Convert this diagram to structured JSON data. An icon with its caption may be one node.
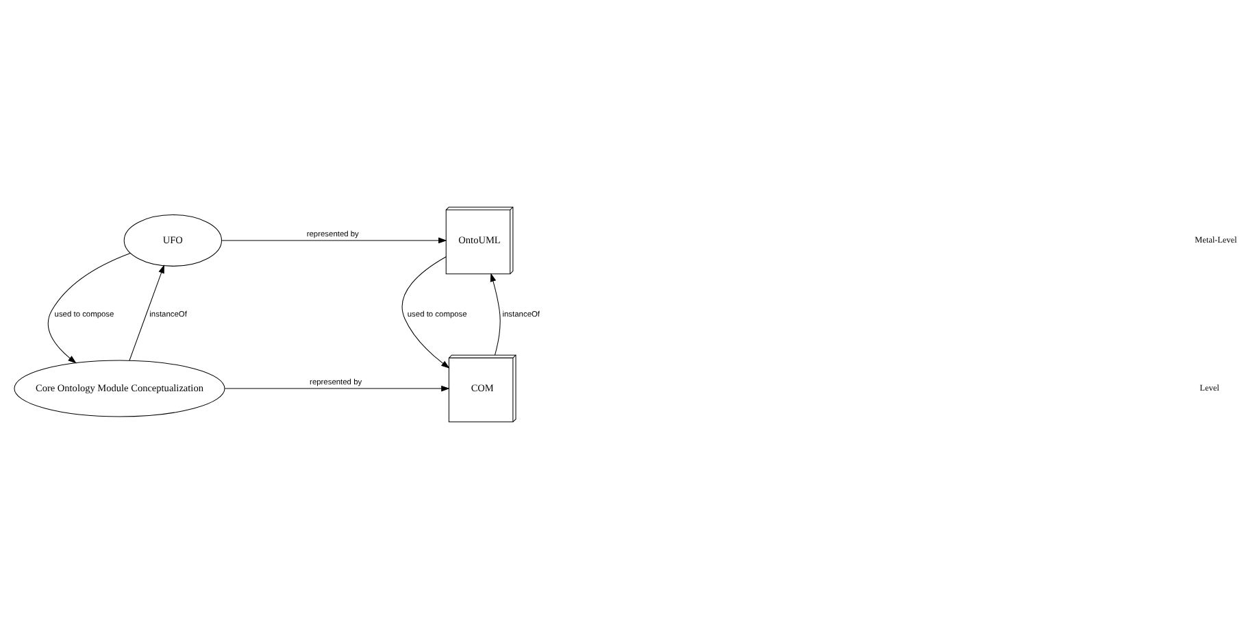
{
  "diagram": {
    "nodes": [
      {
        "text": [
          "UFO"
        ]
      },
      {
        "text": [
          "OntoUML"
        ]
      },
      {
        "text": [
          "Core Ontology Module Conceptualization"
        ]
      },
      {
        "text": [
          "COM"
        ]
      }
    ],
    "edges": [
      {
        "from": 0,
        "to": 1,
        "arrow": "to",
        "label": "represented by"
      },
      {
        "from": 2,
        "to": 0,
        "arrow": "to",
        "label": "instanceOf"
      },
      {
        "from": 0,
        "to": 2,
        "arrow": "to",
        "label": "used to compose"
      },
      {
        "from": 3,
        "to": 1,
        "arrow": "to",
        "label": "instanceOf"
      },
      {
        "from": 1,
        "to": 3,
        "arrow": "to",
        "label": "used to compose"
      },
      {
        "from": 2,
        "to": 3,
        "arrow": "to",
        "label": "represented by"
      }
    ],
    "labels": [
      "Metal-Level",
      "Level"
    ]
  }
}
